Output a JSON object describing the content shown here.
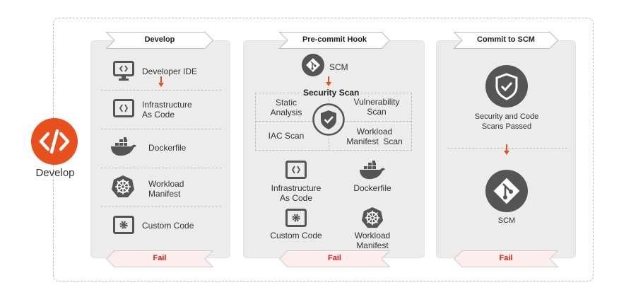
{
  "logo": {
    "label": "Develop"
  },
  "columns": [
    {
      "title": "Develop",
      "footer": "Fail",
      "items": [
        "Developer IDE",
        "Infrastructure\nAs Code",
        "Dockerfile",
        "Workload\nManifest",
        "Custom Code"
      ]
    },
    {
      "title": "Pre-commit Hook",
      "footer": "Fail",
      "scm": "SCM",
      "scan_title": "Security Scan",
      "scans": [
        "Static\nAnalysis",
        "Vulnerability\nScan",
        "IAC Scan",
        "Workload\nManifest  Scan"
      ],
      "items": [
        "Infrastructure\nAs Code",
        "Dockerfile",
        "Custom Code",
        "Workload\nManifest"
      ]
    },
    {
      "title": "Commit to SCM",
      "footer": "Fail",
      "passed": "Security and Code\nScans Passed",
      "scm": "SCM"
    }
  ],
  "colors": {
    "accent": "#e8501e",
    "icon": "#555555",
    "fail": "#d42020"
  }
}
